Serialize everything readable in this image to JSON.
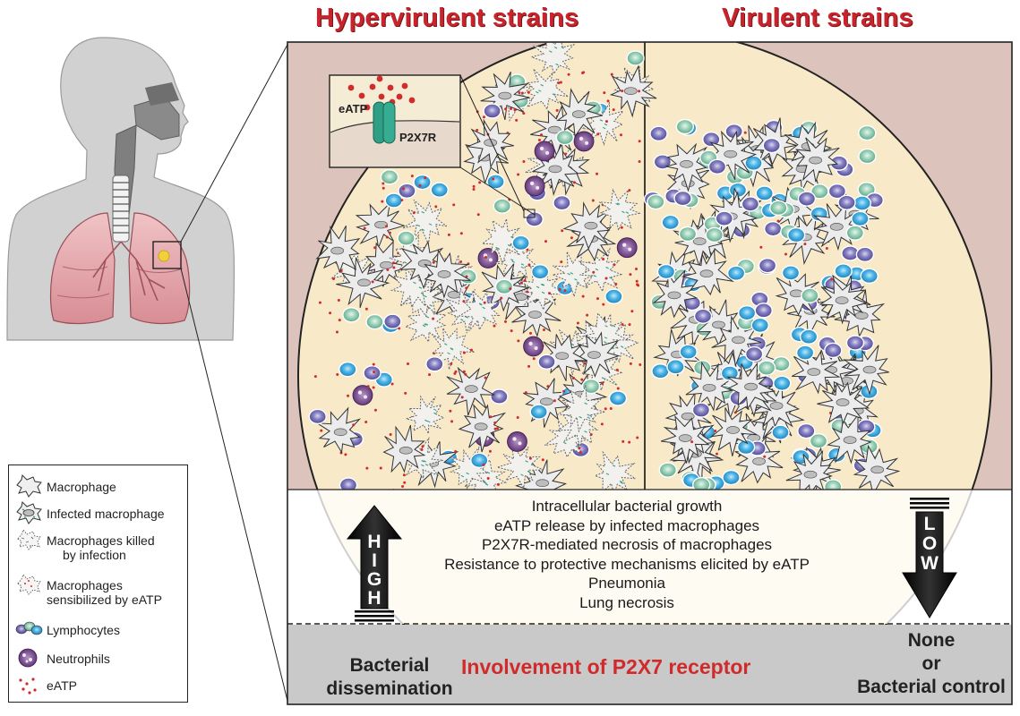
{
  "titles": {
    "left": "Hypervirulent strains",
    "right": "Virulent strains"
  },
  "inset": {
    "eatp_label": "eATP",
    "receptor_label": "P2X7R"
  },
  "arrows": {
    "high_letters": [
      "H",
      "I",
      "G",
      "H"
    ],
    "low_letters": [
      "L",
      "O",
      "W"
    ]
  },
  "effects": [
    "Intracellular bacterial growth",
    "eATP release by infected macrophages",
    "P2X7R-mediated necrosis of macrophages",
    "Resistance to protective mechanisms elicited by eATP",
    "Pneumonia",
    "Lung necrosis"
  ],
  "bottom": {
    "left_outcome_line1": "Bacterial",
    "left_outcome_line2": "dissemination",
    "center_caption": "Involvement of P2X7 receptor",
    "right_outcome_line1": "None",
    "right_outcome_line2": "or",
    "right_outcome_line3": "Bacterial control"
  },
  "legend": {
    "items": [
      {
        "key": "macrophage",
        "label": [
          "Macrophage"
        ]
      },
      {
        "key": "infected",
        "label": [
          "Infected macrophage"
        ]
      },
      {
        "key": "killed",
        "label": [
          "Macrophages killed",
          "by infection"
        ]
      },
      {
        "key": "sensibilized",
        "label": [
          "Macrophages",
          "sensibilized by eATP"
        ]
      },
      {
        "key": "lymphocytes",
        "label": [
          "Lymphocytes"
        ]
      },
      {
        "key": "neutrophils",
        "label": [
          "Neutrophils"
        ]
      },
      {
        "key": "eatp",
        "label": [
          "eATP"
        ]
      }
    ]
  },
  "colors": {
    "title_red": "#c8242b",
    "panel_pink": "#dcc4bd",
    "disk_cream": "#f8eac9",
    "footer_gray": "#c9c9c9",
    "lung_pink": "#e5a9ae",
    "lymph_blue": "#3aa9df",
    "lymph_purple": "#7a73b8",
    "lymph_green": "#8fcab0",
    "neutrophil": "#7d4a91",
    "eatp_red": "#d22b2b",
    "receptor_teal": "#2e9e85"
  }
}
